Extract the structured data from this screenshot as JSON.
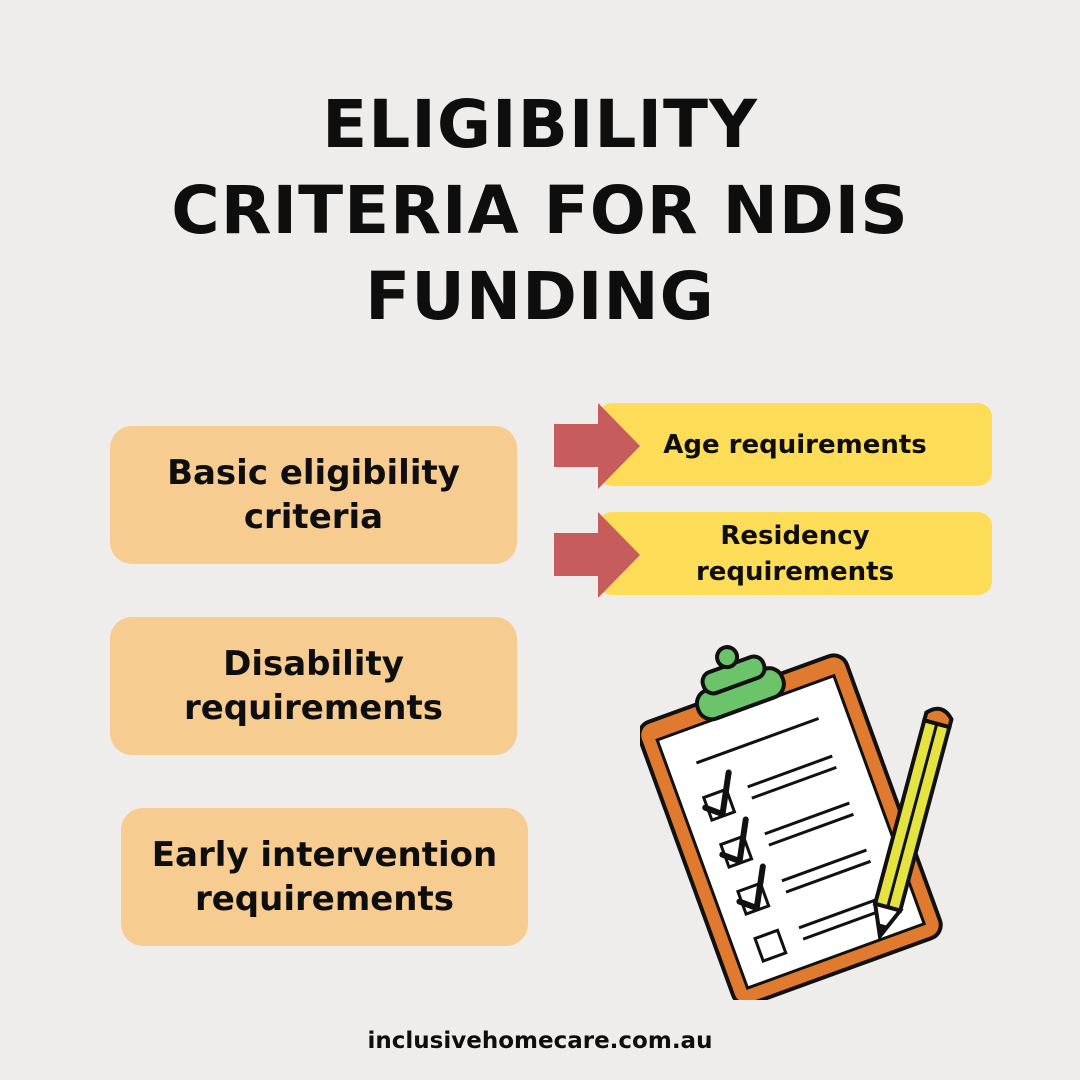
{
  "title": {
    "line1": "ELIGIBILITY",
    "line2": "CRITERIA FOR NDIS",
    "line3": "FUNDING"
  },
  "left_boxes": [
    {
      "line1": "Basic eligibility",
      "line2": "criteria"
    },
    {
      "line1": "Disability",
      "line2": "requirements"
    },
    {
      "line1": "Early intervention",
      "line2": "requirements"
    }
  ],
  "right_boxes": [
    {
      "line1": "Age requirements"
    },
    {
      "line1": "Residency",
      "line2": "requirements"
    }
  ],
  "icons": {
    "arrow": "arrow-right-icon",
    "illustration": "clipboard-checklist-icon"
  },
  "colors": {
    "background": "#efedeb",
    "orange_box": "#f6cc90",
    "yellow_box": "#fddc58",
    "arrow": "#c75c5c",
    "clipboard": "#e07a2f",
    "clip": "#6cc46a",
    "pencil": "#e5e33f"
  },
  "footer": {
    "url": "inclusivehomecare.com.au"
  }
}
